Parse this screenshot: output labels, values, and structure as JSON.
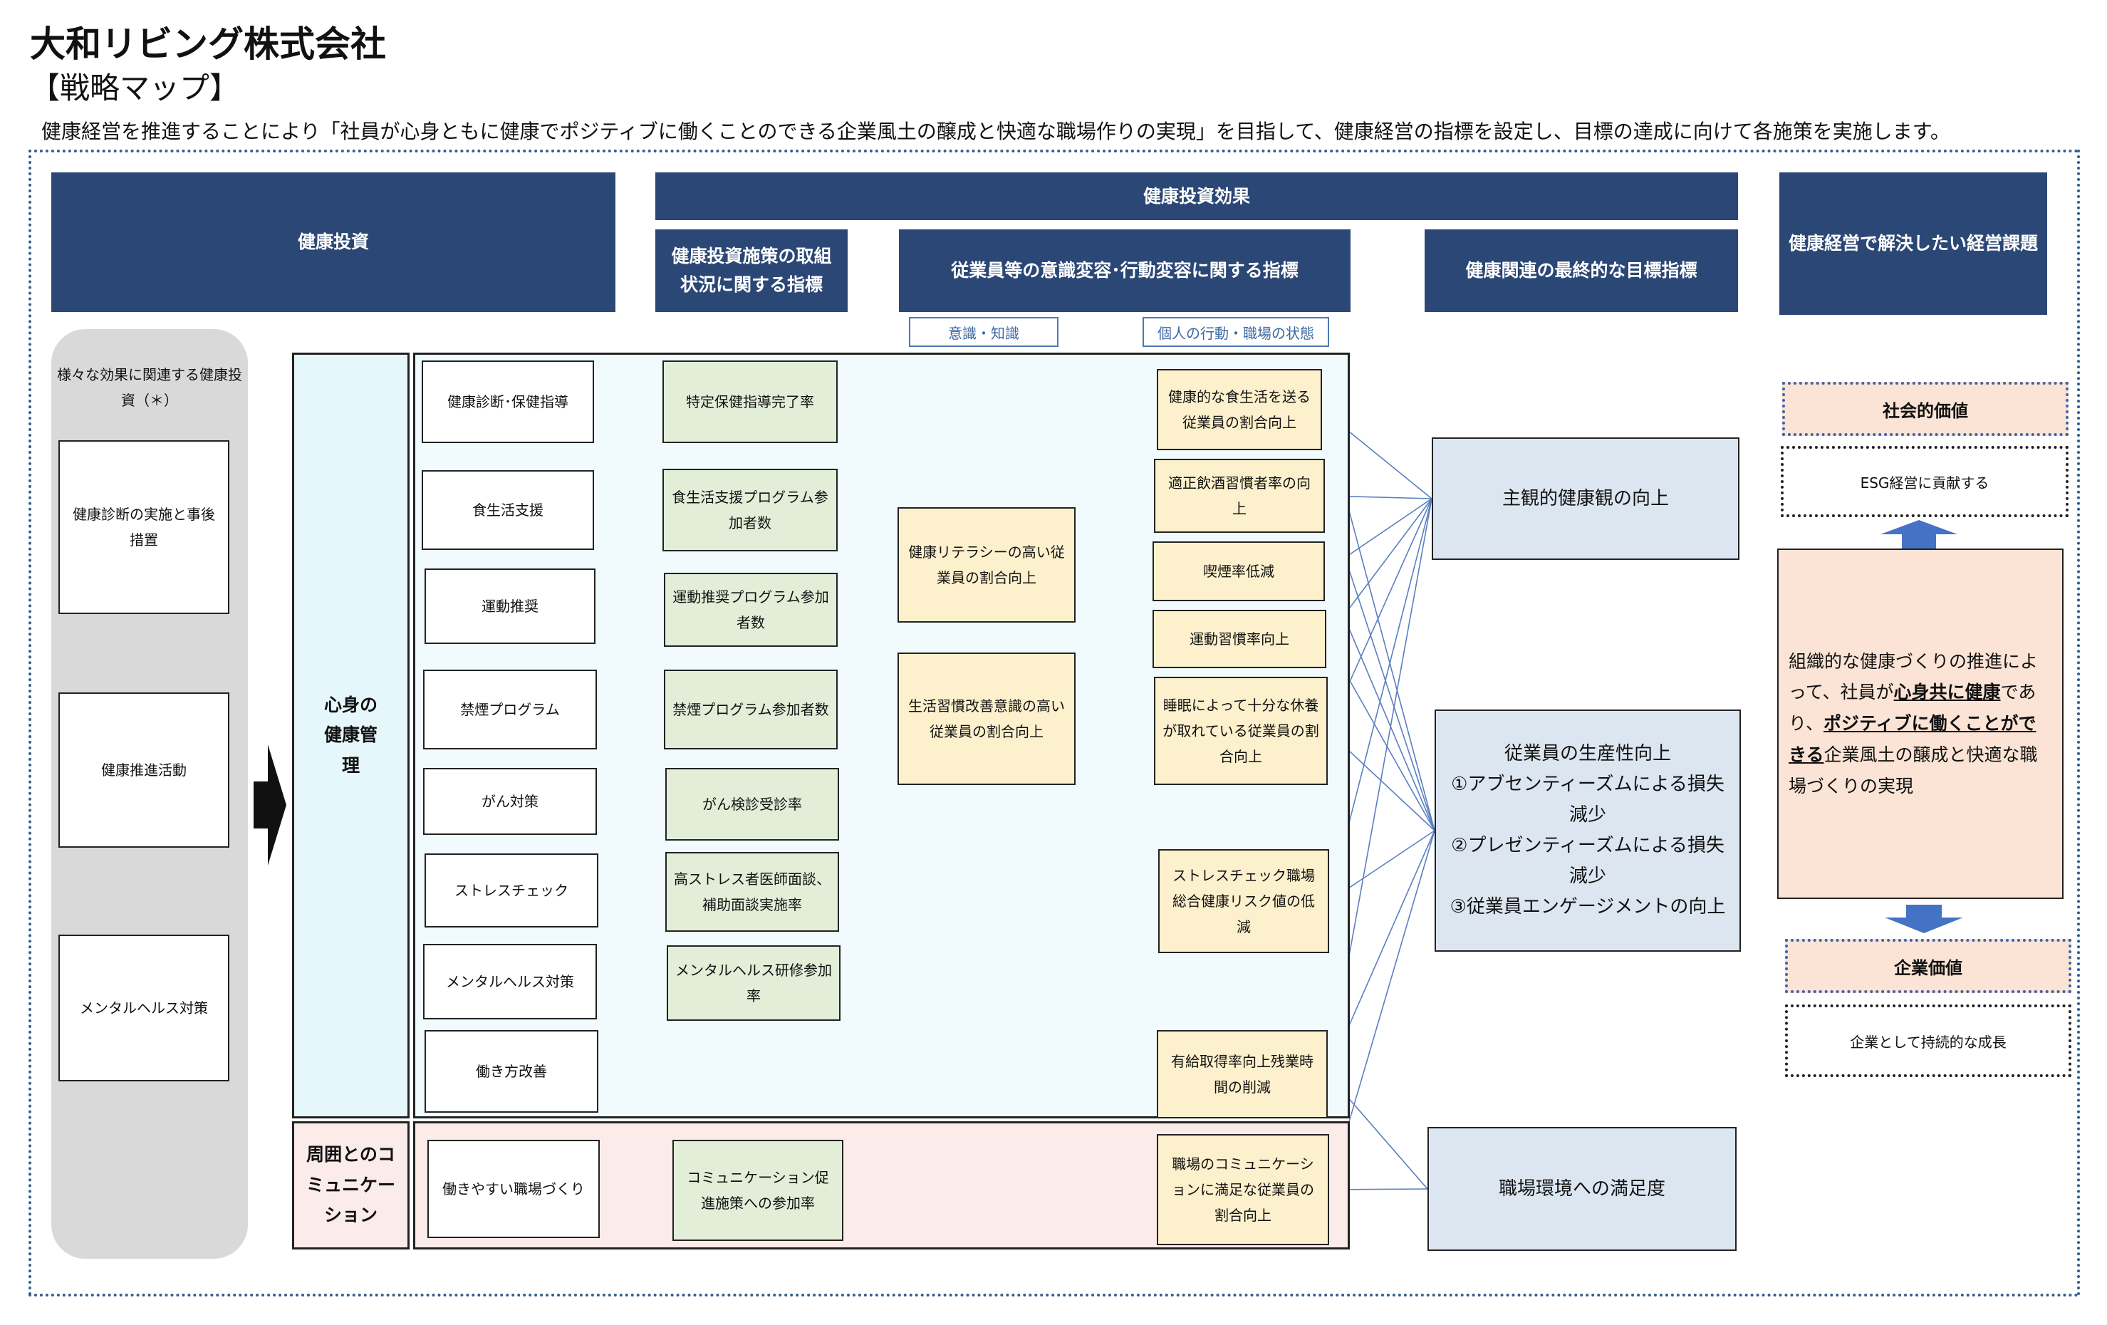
{
  "header": {
    "title": "大和リビング株式会社",
    "subtitle": "【戦略マップ】",
    "intro": "健康経営を推進することにより「社員が心身ともに健康でポジティブに働くことのできる企業風土の醸成と快適な職場作りの実現」を目指して、健康経営の指標を設定し、目標の達成に向けて各施策を実施します。"
  },
  "column_headers": {
    "investment": "健康投資",
    "effect": "健康投資効果",
    "initiative_status": "健康投資施策の取組状況に関する指標",
    "behavior_change": "従業員等の意識変容･行動変容に関する指標",
    "final_target": "健康関連の最終的な目標指標",
    "business_issue": "健康経営で解決したい経営課題"
  },
  "tags": {
    "awareness": "意識・知識",
    "behavior": "個人の行動・職場の状態"
  },
  "left_panel": {
    "caption": "様々な効果に関連する健康投資（＊）",
    "items": [
      "健康診断の実施と事後措置",
      "健康推進活動",
      "メンタルヘルス対策"
    ]
  },
  "zone_labels": {
    "health": "心身の健康管理",
    "communication": "周囲とのコミュニケーション"
  },
  "measures": [
    "健康診断･保健指導",
    "食生活支援",
    "運動推奨",
    "禁煙プログラム",
    "がん対策",
    "ストレスチェック",
    "メンタルヘルス対策",
    "働き方改善",
    "働きやすい職場づくり"
  ],
  "initiative_indicators": [
    "特定保健指導完了率",
    "食生活支援プログラム参加者数",
    "運動推奨プログラム参加者数",
    "禁煙プログラム参加者数",
    "がん検診受診率",
    "高ストレス者医師面談、補助面談実施率",
    "メンタルヘルス研修参加率",
    "コミュニケーション促進施策への参加率"
  ],
  "awareness_indicators": [
    "健康リテラシーの高い従業員の割合向上",
    "生活習慣改善意識の高い従業員の割合向上"
  ],
  "behavior_indicators": [
    "健康的な食生活を送る従業員の割合向上",
    "適正飲酒習慣者率の向上",
    "喫煙率低減",
    "運動習慣率向上",
    "睡眠によって十分な休養が取れている従業員の割合向上",
    "ストレスチェック職場総合健康リスク値の低減",
    "有給取得率向上残業時間の削減",
    "職場のコミュニケーションに満足な従業員の割合向上"
  ],
  "final_targets": {
    "subjective": "主観的健康観の向上",
    "productivity_title": "従業員の生産性向上",
    "productivity_items": [
      "①アブセンティーズムによる損失減少",
      "②プレゼンティーズムによる損失減少",
      "③従業員エンゲージメントの向上"
    ],
    "workplace": "職場環境への満足度"
  },
  "business": {
    "social_value": "社会的価値",
    "social_desc": "ESG経営に貢献する",
    "goal_p1": "組織的な健康づくりの推進によって、社員が",
    "goal_u1": "心身共に健康",
    "goal_p2": "であり、",
    "goal_u2": "ポジティブに働くことができる",
    "goal_p3": "企業風土の醸成と快適な職場づくりの実現",
    "corporate_value": "企業価値",
    "corporate_desc": "企業として持続的な成長"
  },
  "colors": {
    "header_navy": "#2b4775",
    "link_blue": "#5a7fc0",
    "green_box": "#e3eed8",
    "yellow_box": "#fdf0cc",
    "blue_box": "#dce6f1",
    "peach_box": "#fbe4d5",
    "arrow_blue": "#4472c4"
  }
}
